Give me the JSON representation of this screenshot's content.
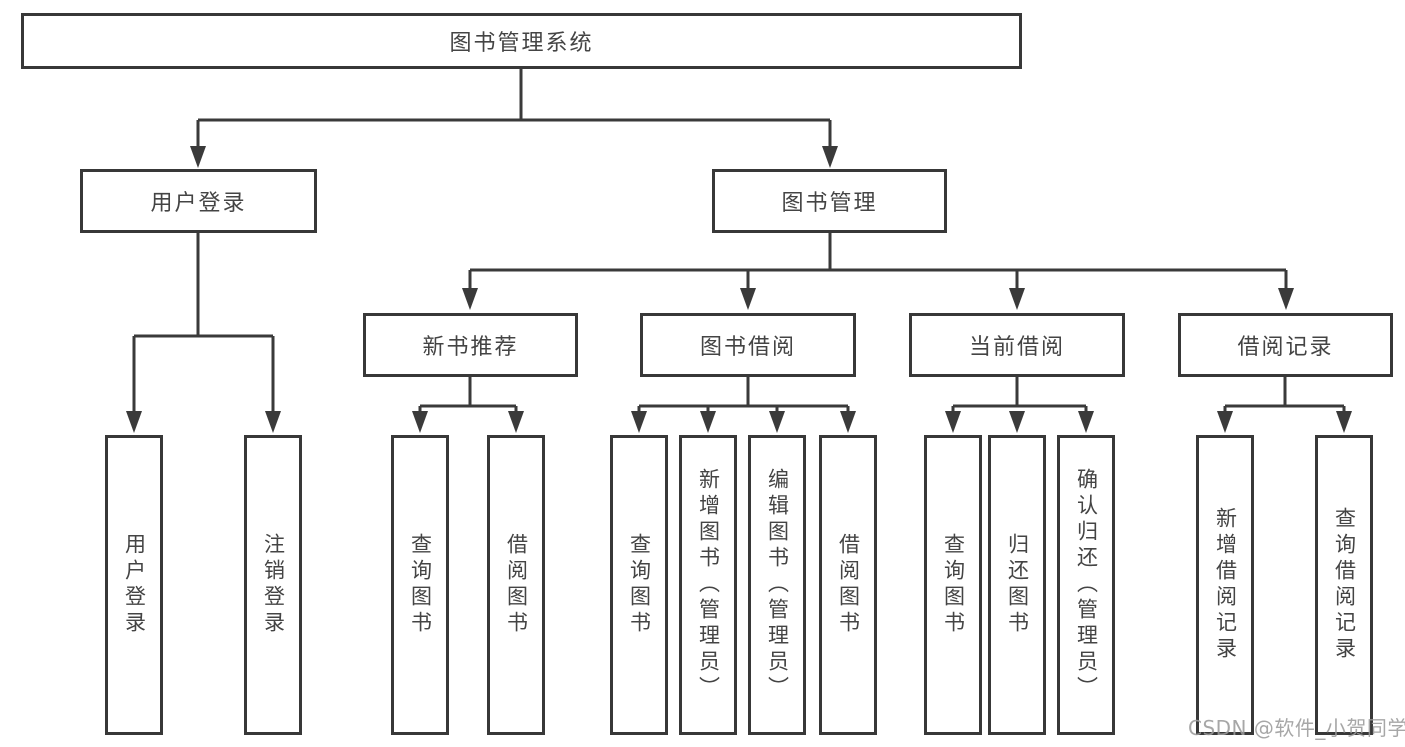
{
  "tree": {
    "label": "图书管理系统",
    "children": [
      {
        "label": "用户登录",
        "children": [
          {
            "label": "用户登录"
          },
          {
            "label": "注销登录"
          }
        ]
      },
      {
        "label": "图书管理",
        "children": [
          {
            "label": "新书推荐",
            "children": [
              {
                "label": "查询图书"
              },
              {
                "label": "借阅图书"
              }
            ]
          },
          {
            "label": "图书借阅",
            "children": [
              {
                "label": "查询图书"
              },
              {
                "label": "新增图书（管理员）"
              },
              {
                "label": "编辑图书（管理员）"
              },
              {
                "label": "借阅图书"
              }
            ]
          },
          {
            "label": "当前借阅",
            "children": [
              {
                "label": "查询图书"
              },
              {
                "label": "归还图书"
              },
              {
                "label": "确认归还（管理员）"
              }
            ]
          },
          {
            "label": "借阅记录",
            "children": [
              {
                "label": "新增借阅记录"
              },
              {
                "label": "查询借阅记录"
              }
            ]
          }
        ]
      }
    ]
  },
  "watermark": {
    "text": "CSDN @软件_小贺同学"
  },
  "colors": {
    "background": "#ffffff",
    "box_border": "#383838",
    "connector_line": "#3a3a3a",
    "text": "#444444",
    "watermark": "#9b9b9b"
  }
}
